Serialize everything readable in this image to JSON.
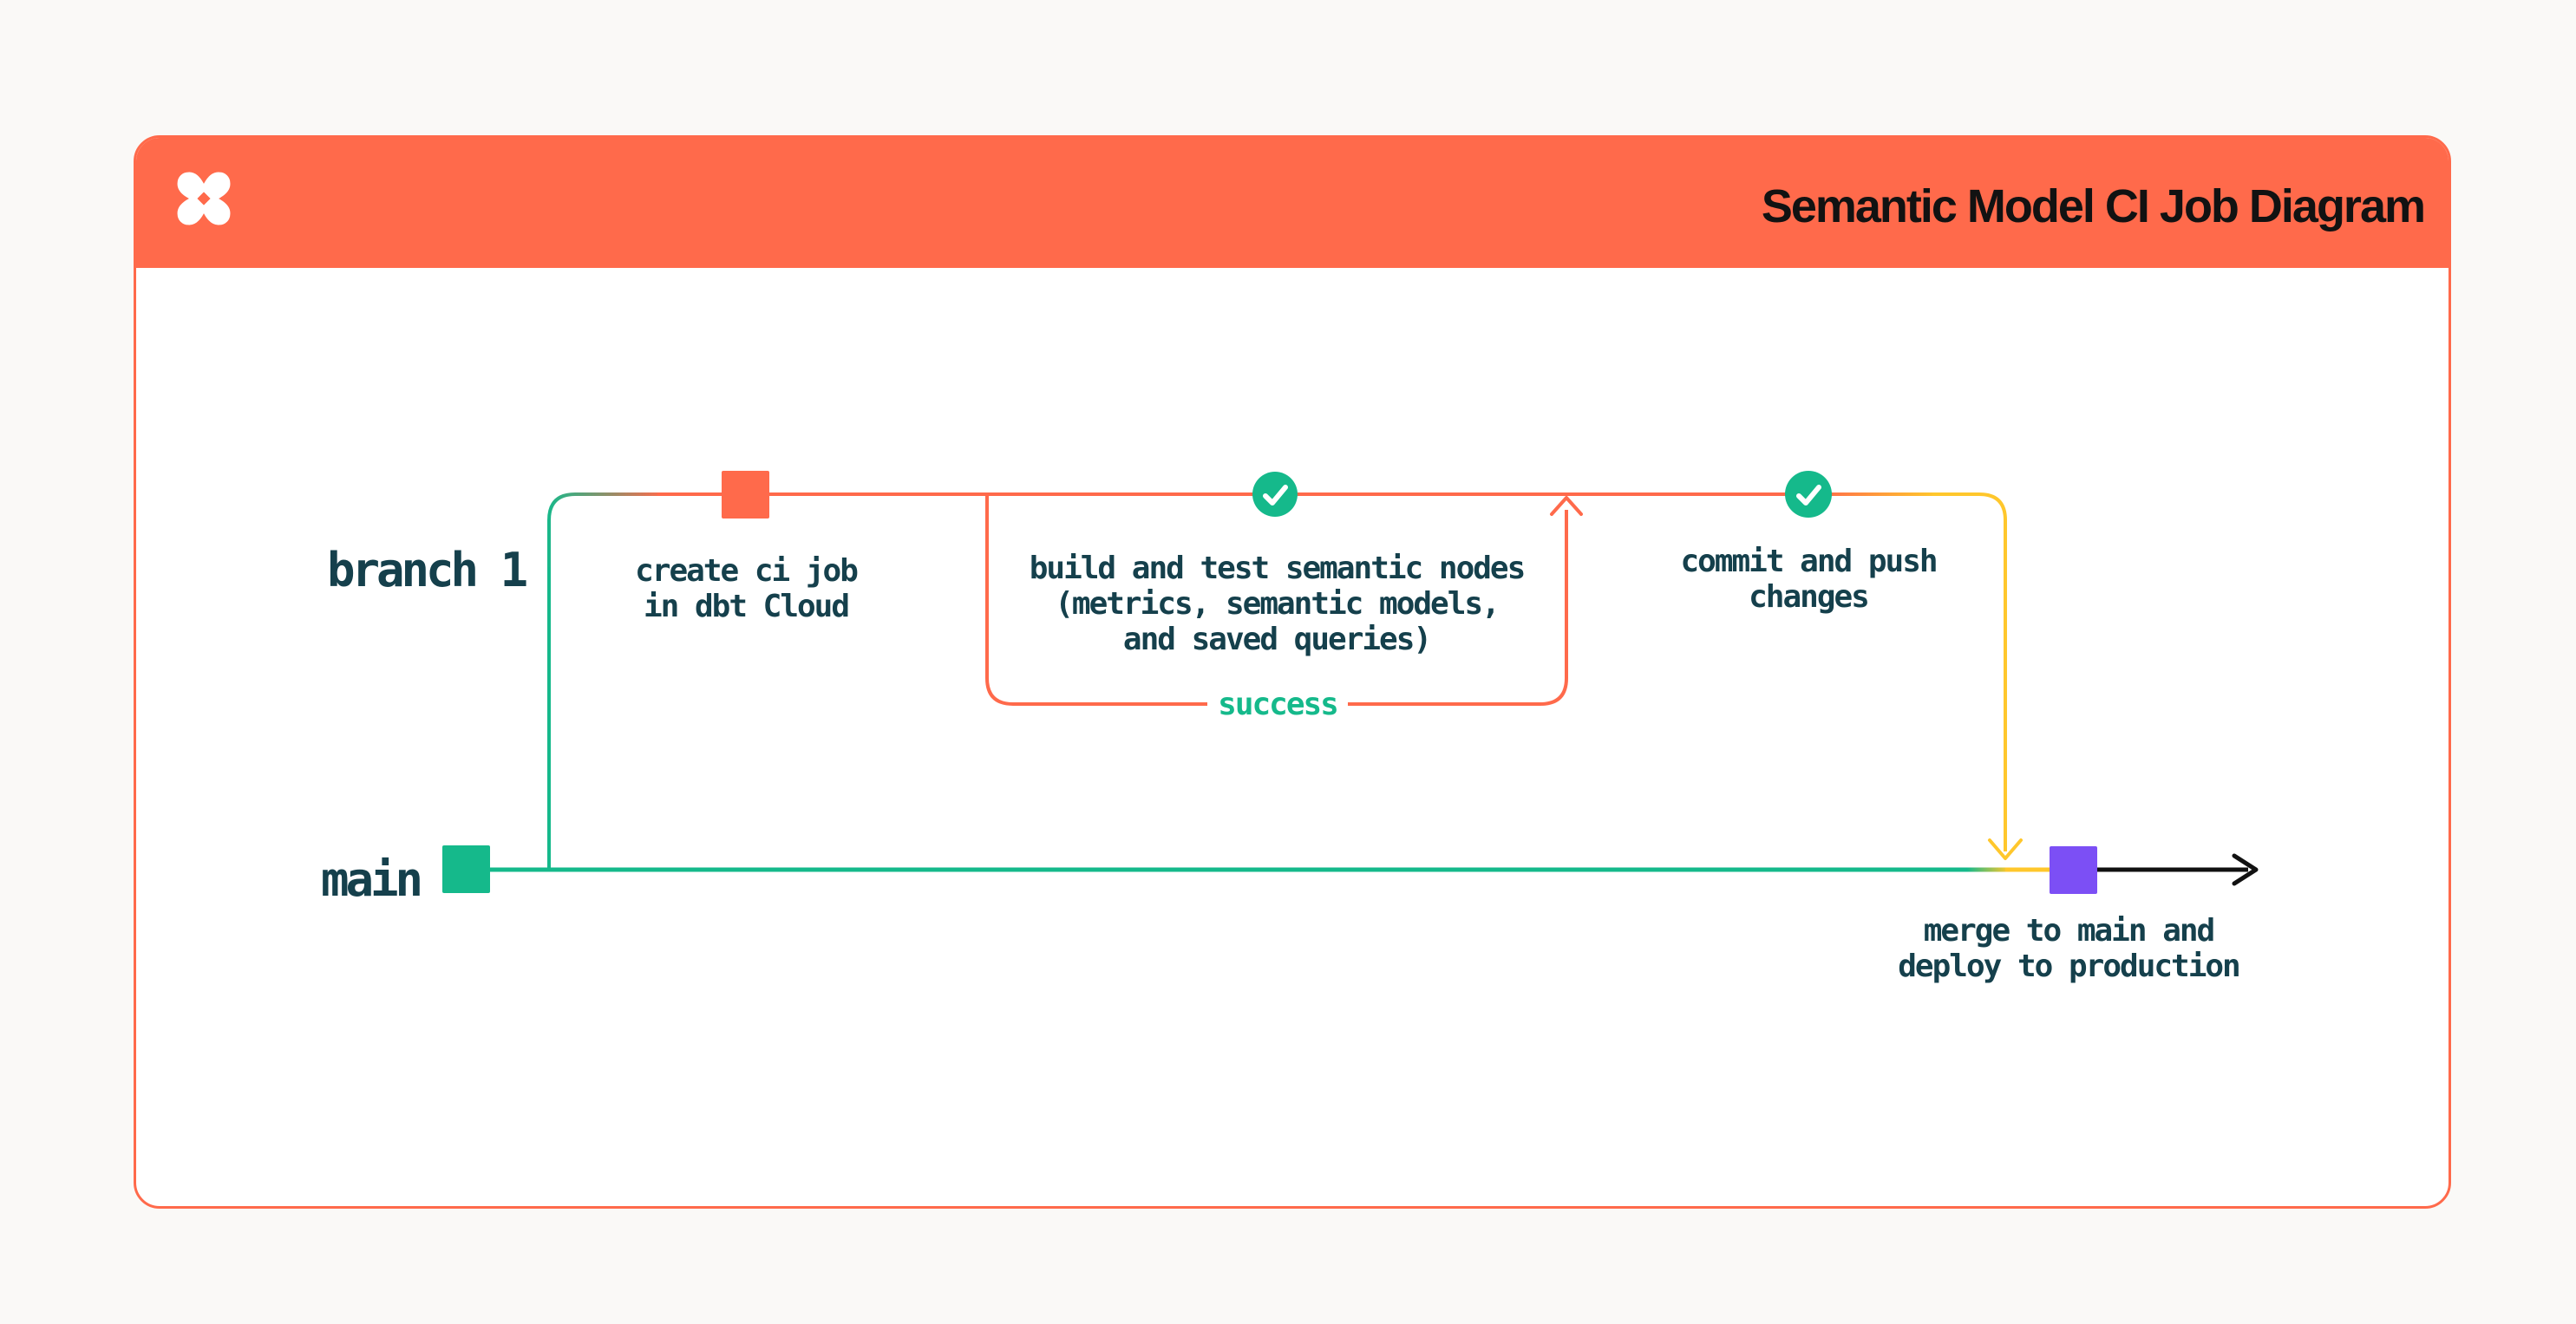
{
  "header": {
    "title": "Semantic Model CI Job Diagram",
    "logo": "dbt-logo",
    "background": "#FF6A4B"
  },
  "diagram": {
    "branch_label": "branch 1",
    "main_label": "main",
    "nodes": {
      "create_ci": "create ci job\nin dbt Cloud",
      "build_test": "build and test semantic nodes\n(metrics, semantic models,\nand saved queries)",
      "commit_push": "commit and push\nchanges",
      "merge_deploy": "merge to main and\ndeploy to production"
    },
    "loop_label": "success",
    "colors": {
      "green": "#15B98B",
      "orange": "#FF6A4B",
      "yellow": "#FFC72C",
      "purple": "#7C4FF5",
      "ink": "#15404C",
      "title_text": "#121212",
      "card_background": "#FFFFFF",
      "page_background": "#FAF9F7"
    }
  }
}
